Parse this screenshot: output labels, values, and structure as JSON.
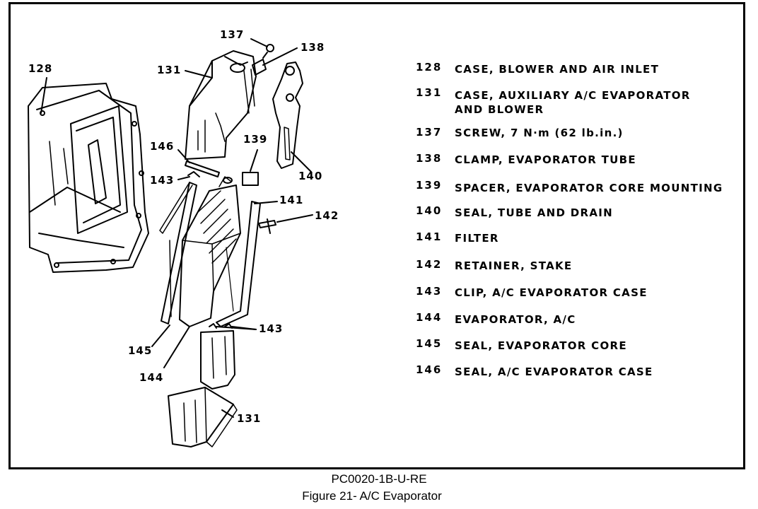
{
  "callouts": {
    "c137": "137",
    "c138": "138",
    "c128": "128",
    "c131_top": "131",
    "c146": "146",
    "c139": "139",
    "c140": "140",
    "c143_top": "143",
    "c141": "141",
    "c142": "142",
    "c143_bottom": "143",
    "c145": "145",
    "c144": "144",
    "c131_bottom": "131"
  },
  "legend": [
    {
      "num": "128",
      "desc": "CASE, BLOWER AND AIR INLET"
    },
    {
      "num": "131",
      "desc": "CASE, AUXILIARY A/C EVAPORATOR\nAND BLOWER"
    },
    {
      "num": "137",
      "desc": "SCREW, 7 N·m (62 lb.in.)"
    },
    {
      "num": "138",
      "desc": "CLAMP, EVAPORATOR TUBE"
    },
    {
      "num": "139",
      "desc": "SPACER, EVAPORATOR CORE MOUNTING"
    },
    {
      "num": "140",
      "desc": "SEAL, TUBE AND DRAIN"
    },
    {
      "num": "141",
      "desc": "FILTER"
    },
    {
      "num": "142",
      "desc": "RETAINER, STAKE"
    },
    {
      "num": "143",
      "desc": "CLIP, A/C EVAPORATOR CASE"
    },
    {
      "num": "144",
      "desc": "EVAPORATOR, A/C"
    },
    {
      "num": "145",
      "desc": "SEAL, EVAPORATOR CORE"
    },
    {
      "num": "146",
      "desc": "SEAL, A/C EVAPORATOR CASE"
    }
  ],
  "reference_code": "PC0020-1B-U-RE",
  "caption": "Figure 21-  A/C Evaporator"
}
